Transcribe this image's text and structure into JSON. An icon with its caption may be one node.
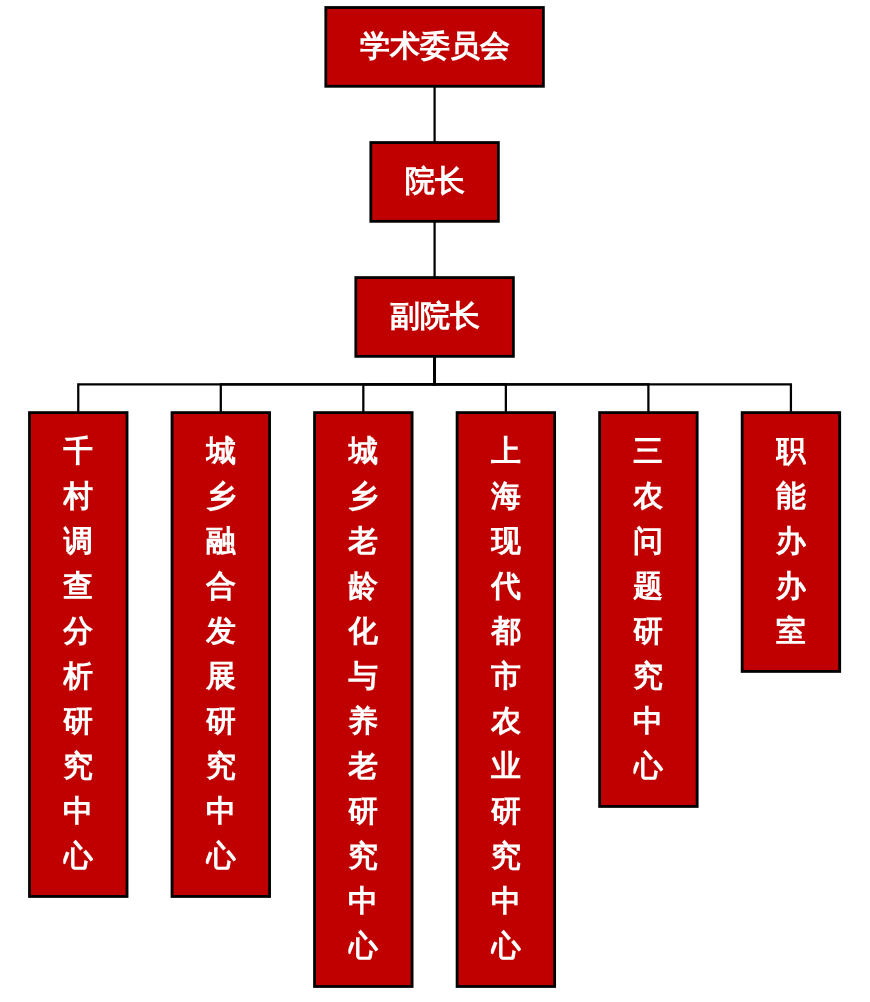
{
  "diagram": {
    "nodes": [
      {
        "text": [
          "学术委员会"
        ]
      },
      {
        "text": [
          "院长"
        ]
      },
      {
        "text": [
          "副院长"
        ]
      },
      {
        "text": [
          "千村调查分析研究中心"
        ]
      },
      {
        "text": [
          "城乡融合发展研究中心"
        ]
      },
      {
        "text": [
          "城乡老龄化与养老研究中心"
        ]
      },
      {
        "text": [
          "上海现代都市农业研究中心"
        ]
      },
      {
        "text": [
          "三农问题研究中心"
        ]
      },
      {
        "text": [
          "职能办办室"
        ]
      }
    ],
    "edges": [
      {
        "from": 0,
        "to": 1,
        "arrow": "none"
      },
      {
        "from": 1,
        "to": 2,
        "arrow": "none"
      },
      {
        "from": 2,
        "to": 3,
        "arrow": "none"
      },
      {
        "from": 2,
        "to": 4,
        "arrow": "none"
      },
      {
        "from": 2,
        "to": 5,
        "arrow": "none"
      },
      {
        "from": 2,
        "to": 6,
        "arrow": "none"
      },
      {
        "from": 2,
        "to": 7,
        "arrow": "none"
      },
      {
        "from": 2,
        "to": 8,
        "arrow": "none"
      }
    ]
  }
}
